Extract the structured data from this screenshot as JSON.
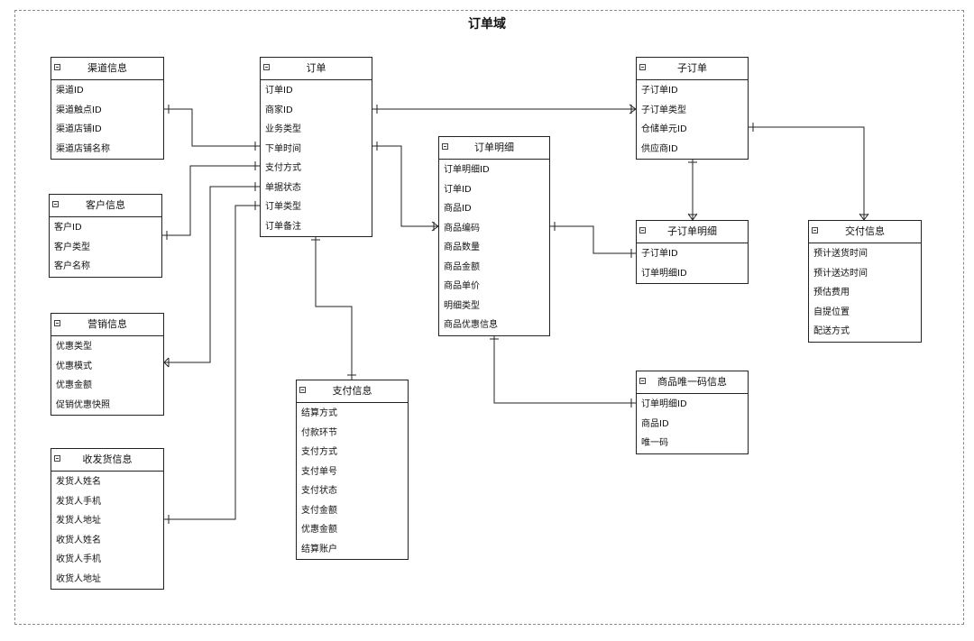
{
  "title": "订单域",
  "entities": [
    {
      "id": "channel",
      "name": "渠道信息",
      "fields": [
        "渠道ID",
        "渠道触点ID",
        "渠道店铺ID",
        "渠道店铺名称"
      ]
    },
    {
      "id": "order",
      "name": "订单",
      "fields": [
        "订单ID",
        "商家ID",
        "业务类型",
        "下单时间",
        "支付方式",
        "单据状态",
        "订单类型",
        "订单备注"
      ]
    },
    {
      "id": "suborder",
      "name": "子订单",
      "fields": [
        "子订单ID",
        "子订单类型",
        "仓储单元ID",
        "供应商ID"
      ]
    },
    {
      "id": "customer",
      "name": "客户信息",
      "fields": [
        "客户ID",
        "客户类型",
        "客户名称"
      ]
    },
    {
      "id": "orderdetail",
      "name": "订单明细",
      "fields": [
        "订单明细ID",
        "订单ID",
        "商品ID",
        "商品编码",
        "商品数量",
        "商品金额",
        "商品单价",
        "明细类型",
        "商品优惠信息"
      ]
    },
    {
      "id": "suborderdetail",
      "name": "子订单明细",
      "fields": [
        "子订单ID",
        "订单明细ID"
      ]
    },
    {
      "id": "delivery",
      "name": "交付信息",
      "fields": [
        "预计送货时间",
        "预计送达时间",
        "预估费用",
        "自提位置",
        "配送方式"
      ]
    },
    {
      "id": "marketing",
      "name": "营销信息",
      "fields": [
        "优惠类型",
        "优惠模式",
        "优惠金额",
        "促销优惠快照"
      ]
    },
    {
      "id": "payment",
      "name": "支付信息",
      "fields": [
        "结算方式",
        "付款环节",
        "支付方式",
        "支付单号",
        "支付状态",
        "支付金额",
        "优惠金额",
        "结算账户"
      ]
    },
    {
      "id": "skucode",
      "name": "商品唯一码信息",
      "fields": [
        "订单明细ID",
        "商品ID",
        "唯一码"
      ]
    },
    {
      "id": "shipping",
      "name": "收发货信息",
      "fields": [
        "发货人姓名",
        "发货人手机",
        "发货人地址",
        "收货人姓名",
        "收货人手机",
        "收货人地址"
      ]
    }
  ]
}
